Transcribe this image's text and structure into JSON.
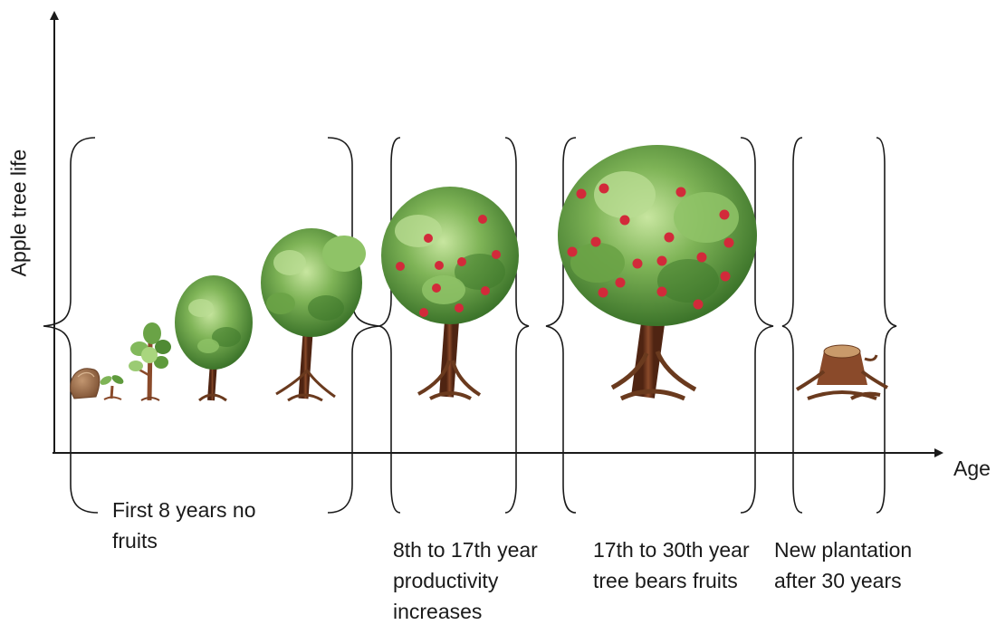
{
  "axes": {
    "y_label": "Apple tree life",
    "x_label": "Age"
  },
  "stages": [
    {
      "label": "First 8 years no\nfruits"
    },
    {
      "label": "8th to 17th year\nproductivity\nincreases"
    },
    {
      "label": "17th to 30th year\ntree bears fruits"
    },
    {
      "label": "New plantation\nafter 30 years"
    }
  ],
  "colors": {
    "axis": "#1a1a1a",
    "brace": "#1a1a1a",
    "foliage_dark": "#3f7a2c",
    "foliage_mid": "#6aa346",
    "foliage_light": "#b9dc92",
    "trunk": "#7a3f22",
    "trunk_dark": "#4f2412",
    "seed": "#9a6a44",
    "apple": "#d22a3a"
  },
  "icons": [
    "seed-icon",
    "seedling-icon",
    "sapling-icon",
    "young-tree-icon",
    "growing-tree-icon",
    "productive-tree-icon",
    "mature-fruit-tree-icon",
    "tree-stump-icon"
  ]
}
